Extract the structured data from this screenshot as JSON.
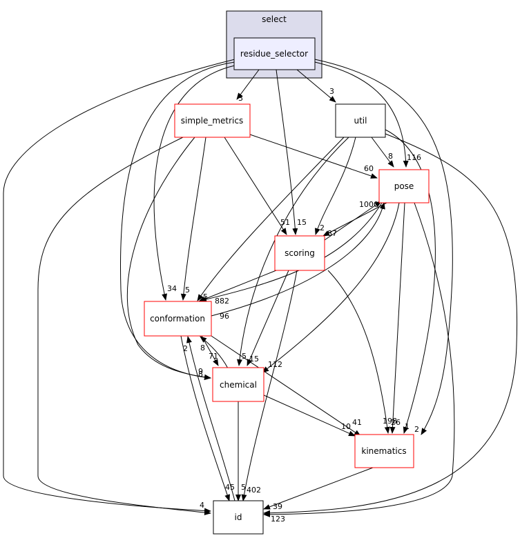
{
  "cluster": {
    "label": "select",
    "fill": "#dcdcec",
    "stroke": "#000000"
  },
  "nodes": {
    "residue_selector": {
      "label": "residue_selector",
      "fill": "#eeeeff",
      "stroke": "#000000"
    },
    "simple_metrics": {
      "label": "simple_metrics",
      "stroke": "#ff0000"
    },
    "util": {
      "label": "util",
      "stroke": "#000000"
    },
    "pose": {
      "label": "pose",
      "stroke": "#ff0000"
    },
    "scoring": {
      "label": "scoring",
      "stroke": "#ff0000"
    },
    "conformation": {
      "label": "conformation",
      "stroke": "#ff0000"
    },
    "chemical": {
      "label": "chemical",
      "stroke": "#ff0000"
    },
    "kinematics": {
      "label": "kinematics",
      "stroke": "#ff0000"
    },
    "id": {
      "label": "id",
      "stroke": "#000000"
    }
  },
  "edge_labels": {
    "rs_sm": "3",
    "rs_util": "3",
    "rs_scoring": "15",
    "rs_pose": "116",
    "rs_conf": "34",
    "util_pose": "8",
    "util_scoring": "2",
    "util_conf": "5",
    "util_kin": "1",
    "util_id": "2",
    "sm_pose": "60",
    "sm_scoring": "51",
    "sm_conf": "5",
    "pose_scoring": "87",
    "scoring_pose": "1000",
    "pose_conf": "882",
    "conf_pose": "96",
    "scoring_conf": "5",
    "scoring_chem": "15",
    "pose_chem": "112",
    "rs_chem": "5",
    "conf_chem": "71",
    "chem_conf": "8",
    "sm_chem": "9",
    "pose_kin": "26",
    "scoring_kin": "198",
    "chem_kin": "10",
    "conf_kin": "41",
    "conf_id": "45",
    "chem_id": "5",
    "scoring_id": "402",
    "id_conf": "2",
    "kin_id": "39",
    "pose_id": "123",
    "sm_id": "4",
    "chem_label8": "8"
  }
}
